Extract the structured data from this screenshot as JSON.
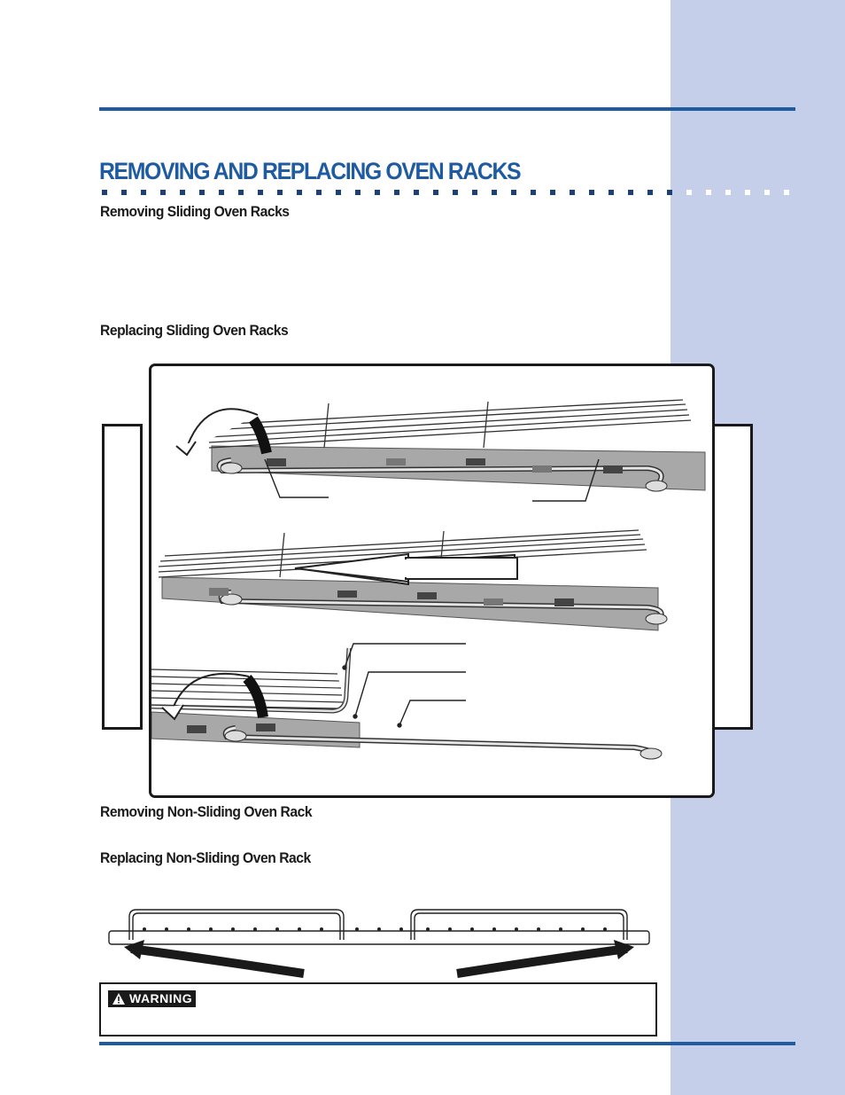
{
  "page": {
    "title": "REMOVING AND REPLACING OVEN RACKS",
    "sections": [
      {
        "heading": "Removing Sliding Oven Racks"
      },
      {
        "heading": "Replacing Sliding Oven Racks"
      },
      {
        "heading": "Removing Non-Sliding Oven Rack"
      },
      {
        "heading": "Replacing Non-Sliding Oven Rack"
      }
    ],
    "warning": {
      "badge_label": "WARNING"
    },
    "colors": {
      "accent_blue": "#1f5ba0",
      "side_panel": "#c5cfe9"
    },
    "icons": [
      "warning-triangle-icon",
      "curved-arrow-icon",
      "straight-arrow-icon"
    ]
  }
}
